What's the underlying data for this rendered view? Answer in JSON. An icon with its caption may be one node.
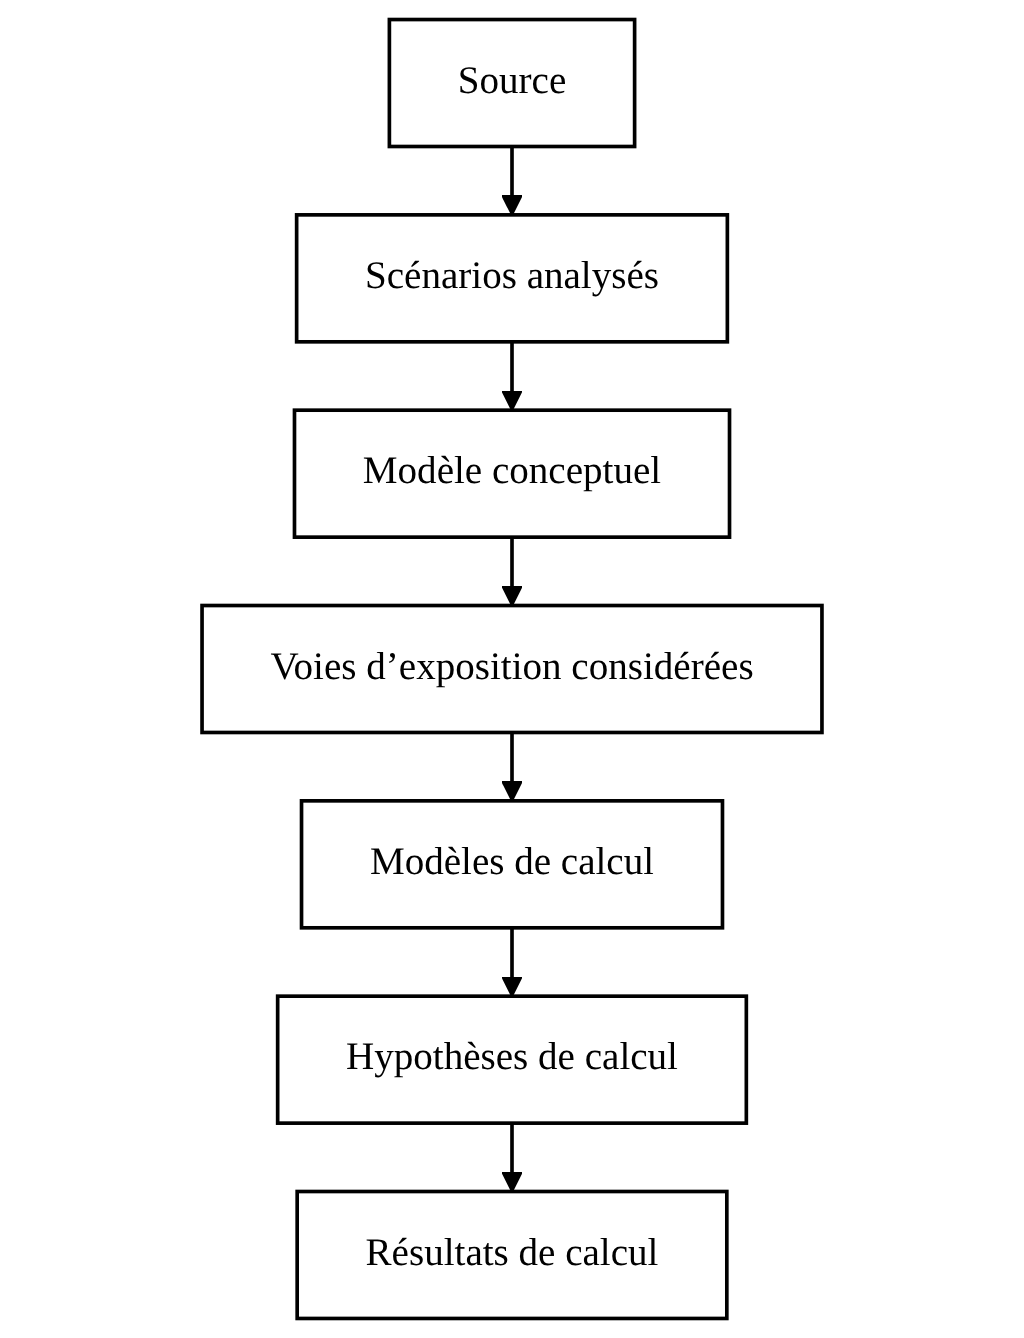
{
  "diagram": {
    "nodes": [
      {
        "text": [
          "Source"
        ]
      },
      {
        "text": [
          "Scénarios analysés"
        ]
      },
      {
        "text": [
          "Modèle conceptuel"
        ]
      },
      {
        "text": [
          "Voies d’exposition considérées"
        ]
      },
      {
        "text": [
          "Modèles de calcul"
        ]
      },
      {
        "text": [
          "Hypothèses de calcul"
        ]
      },
      {
        "text": [
          "Résultats de calcul"
        ]
      }
    ],
    "edges": [
      {
        "from": 0,
        "to": 1,
        "arrow": "to"
      },
      {
        "from": 1,
        "to": 2,
        "arrow": "to"
      },
      {
        "from": 2,
        "to": 3,
        "arrow": "to"
      },
      {
        "from": 3,
        "to": 4,
        "arrow": "to"
      },
      {
        "from": 4,
        "to": 5,
        "arrow": "to"
      },
      {
        "from": 5,
        "to": 6,
        "arrow": "to"
      }
    ]
  }
}
